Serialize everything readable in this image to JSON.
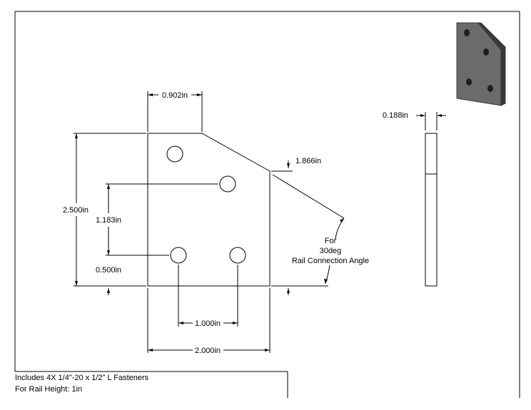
{
  "dimensions": {
    "top_chamfer_width": "0.902in",
    "chamfer_side_height": "1.866in",
    "total_height": "2.500in",
    "hole_vertical_spacing": "1.183in",
    "bottom_hole_offset": "0.500in",
    "hole_horizontal_spacing": "1.000in",
    "total_width": "2.000in",
    "thickness": "0.188in"
  },
  "callout": {
    "line1": "For",
    "line2": "30deg",
    "line3": "Rail Connection Angle"
  },
  "notes": {
    "fasteners": "Includes 4X 1/4\"-20 x 1/2\" L Fasteners",
    "rail_height": "For Rail Height: 1in"
  },
  "colors": {
    "line": "#000000",
    "iso_face": "#6b6b6b",
    "iso_edge": "#3a3a3a"
  }
}
